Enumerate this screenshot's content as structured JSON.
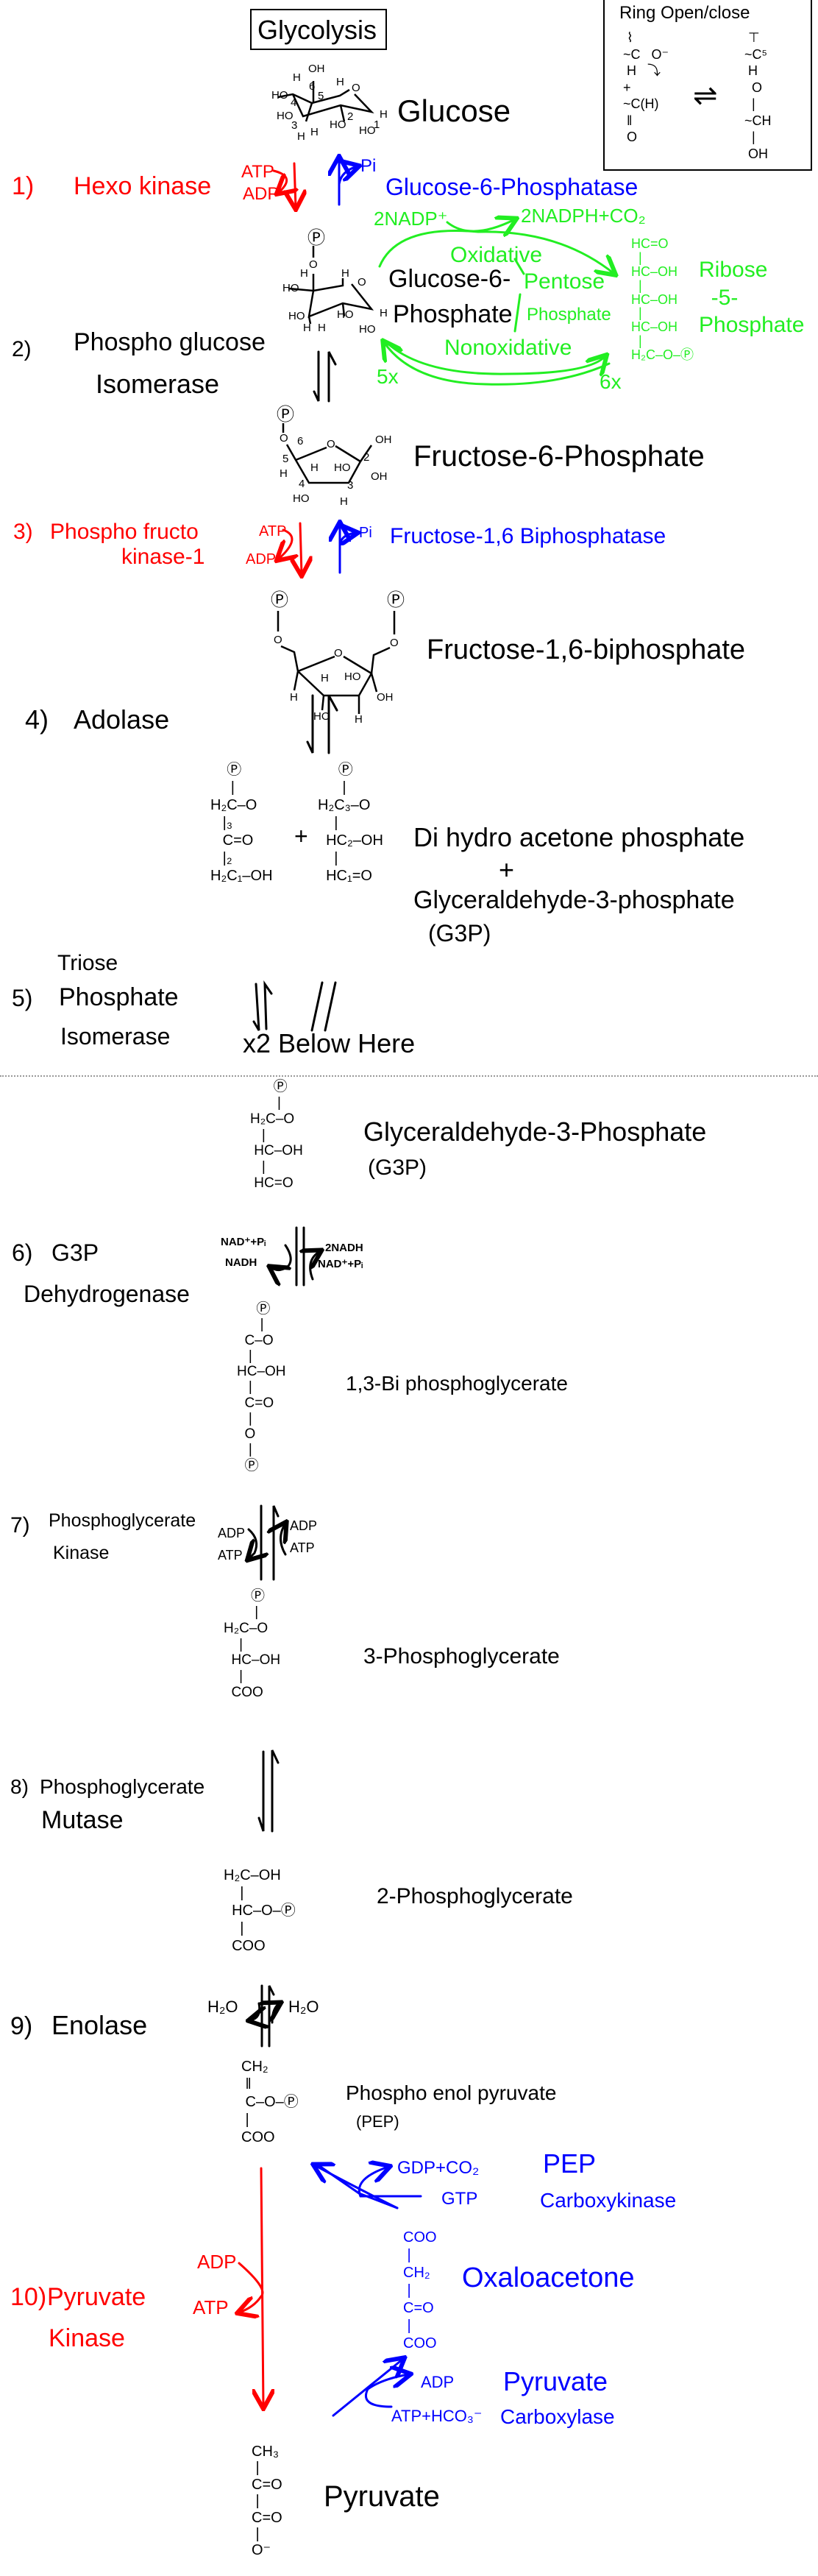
{
  "title": "Glycolysis",
  "colors": {
    "enzyme_red": "#ff0000",
    "reverse_blue": "#0000ff",
    "ppp_green": "#22ee22",
    "ink": "#000000"
  },
  "ring_box": {
    "title": "Ring Open/close",
    "left": "  ⌇\n ~C   O⁻\n  H   ⤵\n +\n ~C(H)\n  ‖\n  O",
    "equilibrium": "⇌",
    "right": "  ⊤\n ~C⁵\n  H\n   O\n   |\n ~CH\n   |\n  OH"
  },
  "molecules": {
    "glucose": {
      "label": "Glucose",
      "atoms": [
        "OH",
        "H",
        "HO",
        "4",
        "6",
        "5",
        "H",
        "O",
        "HO",
        "3",
        "H",
        "H",
        "HO",
        "2",
        "HO",
        "1",
        "H"
      ]
    },
    "g6p": {
      "label_line1": "Glucose-6-",
      "label_line2": "Phosphate",
      "atoms": [
        "Ⓟ",
        "O",
        "H",
        "HO",
        "H",
        "O",
        "HO",
        "H",
        "H",
        "HO",
        "HO",
        "H"
      ]
    },
    "f6p": {
      "label": "Fructose-6-Phosphate",
      "atoms": [
        "Ⓟ",
        "O",
        "6",
        "O",
        "OH",
        "5",
        "H",
        "H",
        "HO",
        "2",
        "OH",
        "4",
        "HO",
        "3",
        "H"
      ]
    },
    "f16bp": {
      "label": "Fructose-1,6-biphosphate",
      "atoms": [
        "Ⓟ",
        "Ⓟ",
        "O",
        "O",
        "O",
        "H",
        "HO",
        "H",
        "OH",
        "HO",
        "H"
      ]
    },
    "dhap_struct": "    Ⓟ\n     |\nH₂C–O\n   |₃\n   C=O\n   |₂\nH₂C₁–OH",
    "g3p_struct_a": "     Ⓟ\n      |\nH₂C₃–O\n    |\n  HC₂–OH\n    |\n  HC₁=O",
    "dhap_label": "Di hydro acetone phosphate",
    "plus": "+",
    "g3p_label": "Glyceraldehyde-3-phosphate",
    "g3p_abbrev": "(G3P)",
    "g3p2_struct": "      Ⓟ\n       |\nH₂C–O\n   |\n HC–OH\n   |\n HC=O",
    "g3p2_label": "Glyceraldehyde-3-Phosphate",
    "g3p2_abbrev": "(G3P)",
    "bpg_struct": "     Ⓟ\n      |\n  C–O\n   |\nHC–OH\n   |\n  C=O\n   |\n  O\n   |\n  Ⓟ",
    "bpg_label": "1,3-Bi phosphoglycerate",
    "pg3_struct": "       Ⓟ\n        |\nH₂C–O\n    |\n  HC–OH\n    |\n  COO",
    "pg3_label": "3-Phosphoglycerate",
    "pg2_struct": "H₂C–OH\n    |\n  HC–O–Ⓟ\n    |\n  COO",
    "pg2_label": "2-Phosphoglycerate",
    "pep_struct": "CH₂\n ‖\n C–O–Ⓟ\n |\nCOO",
    "pep_label": "Phospho enol pyruvate",
    "pep_abbrev": "(PEP)",
    "oaa_struct": "COO\n |\nCH₂\n |\nC=O\n |\nCOO",
    "oaa_label": "Oxaloacetone",
    "pyruvate_struct": "CH₃\n |\nC=O\n |\nC=O\n |\nO⁻",
    "pyruvate_label": "Pyruvate",
    "ribose_struct": "HC=O\n  |\nHC–OH\n  |\nHC–OH\n  |\nHC–OH\n  |\nH₂C–O–Ⓟ",
    "ribose_label": "Ribose\n  -5-\nPhosphate"
  },
  "steps": [
    {
      "number": "1)",
      "enzyme": "Hexo kinase",
      "in": "ATP",
      "out": "ADP",
      "reverse_enzyme": "Glucose-6-Phosphatase",
      "reverse_product": "Pi"
    },
    {
      "number": "2)",
      "enzyme_line1": "Phospho glucose",
      "enzyme_line2": "Isomerase"
    },
    {
      "number": "3)",
      "enzyme_line1": "Phospho fructo",
      "enzyme_line2": "kinase-1",
      "in": "ATP",
      "out": "ADP",
      "reverse_enzyme": "Fructose-1,6 Biphosphatase",
      "reverse_product": "Pi"
    },
    {
      "number": "4)",
      "enzyme": "Adolase"
    },
    {
      "number": "5)",
      "enzyme_line0": "Triose",
      "enzyme_line1": "Phosphate",
      "enzyme_line2": "Isomerase",
      "note": "x2 Below Here"
    },
    {
      "number": "6)",
      "enzyme_line1": "G3P",
      "enzyme_line2": "Dehydrogenase",
      "fwd_in": "NAD⁺+Pᵢ",
      "fwd_out": "NADH",
      "rev_in": "2NADH",
      "rev_out": "NAD⁺+Pᵢ"
    },
    {
      "number": "7)",
      "enzyme_line1": "Phosphoglycerate",
      "enzyme_line2": "Kinase",
      "fwd_in": "ADP",
      "fwd_out": "ATP",
      "rev_in": "ADP",
      "rev_out": "ATP"
    },
    {
      "number": "8)",
      "enzyme_line1": "Phosphoglycerate",
      "enzyme_line2": "Mutase"
    },
    {
      "number": "9)",
      "enzyme": "Enolase",
      "fwd_out": "H₂O",
      "rev_in": "H₂O"
    },
    {
      "number": "10)",
      "enzyme_line1": "Pyruvate",
      "enzyme_line2": "Kinase",
      "in": "ADP",
      "out": "ATP"
    }
  ],
  "pentose_phosphate": {
    "oxidative": "Oxidative",
    "nonoxidative": "Nonoxidative",
    "cofactor_in": "2NADP⁺",
    "cofactor_out": "2NADPH+CO₂",
    "pathway_line1": "Pentose",
    "pathway_line2": "Phosphate",
    "left_multiplier": "5x",
    "right_multiplier": "6x"
  },
  "gluconeogenesis": {
    "pepck_line1": "PEP",
    "pepck_line2": "Carboxykinase",
    "pepck_out": "GDP+CO₂",
    "pepck_in": "GTP",
    "pc_line1": "Pyruvate",
    "pc_line2": "Carboxylase",
    "pc_out": "ADP",
    "pc_in": "ATP+HCO₃⁻"
  }
}
